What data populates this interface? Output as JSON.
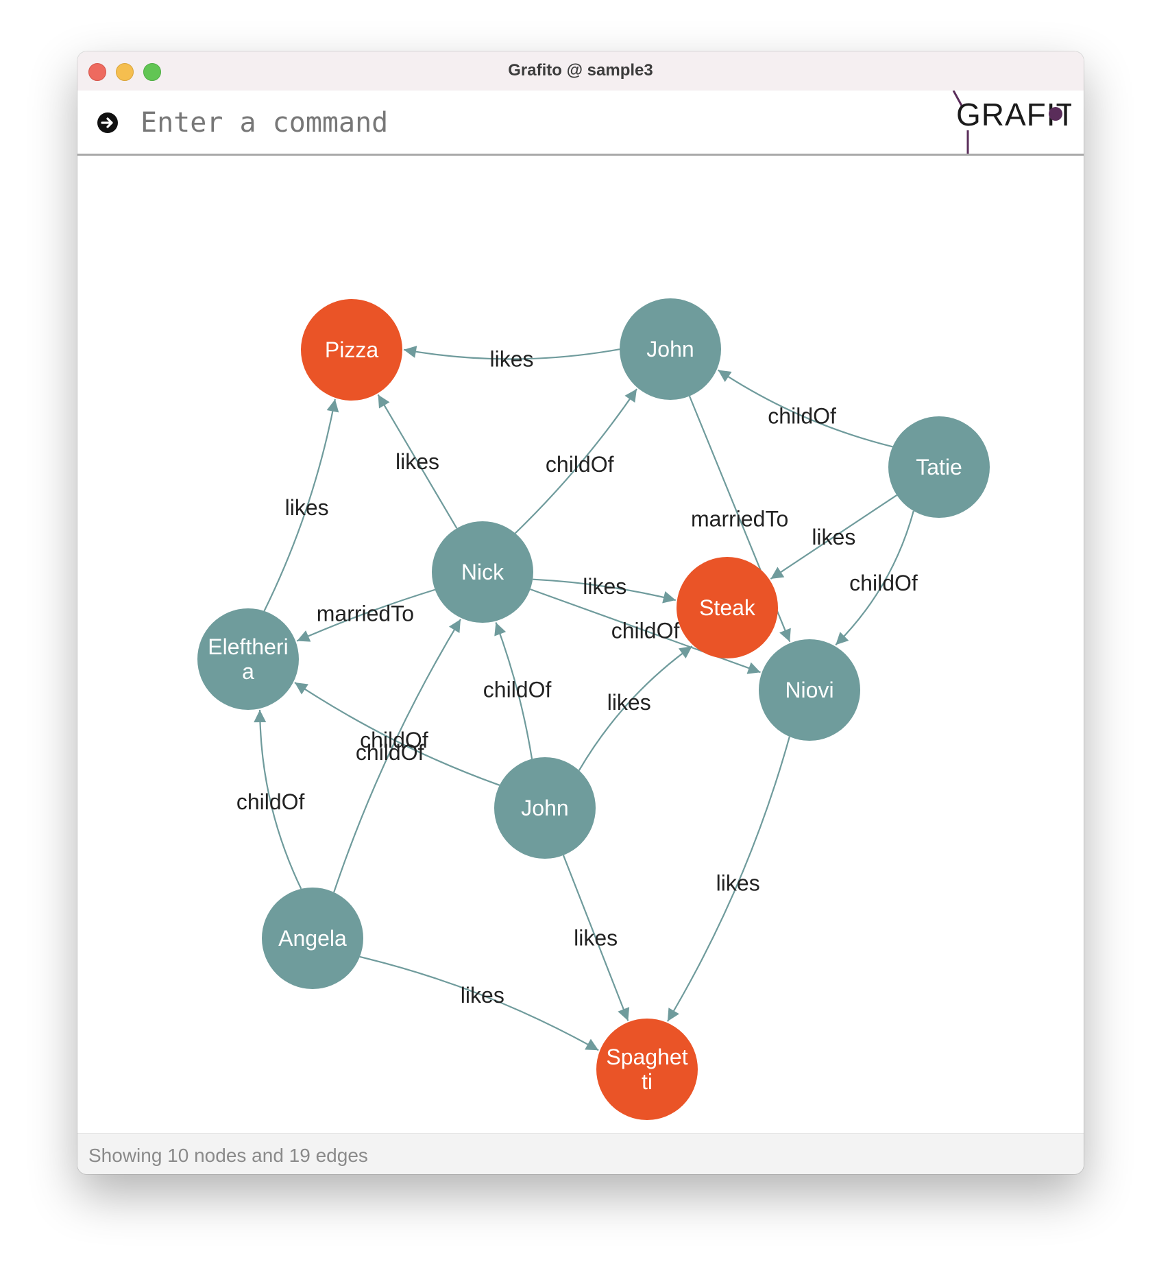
{
  "window": {
    "title": "Grafito @ sample3"
  },
  "command": {
    "placeholder": "Enter a command",
    "value": ""
  },
  "logo": {
    "text": "GRAFITO",
    "accent_color": "#5a2d5a"
  },
  "status": {
    "text": "Showing 10 nodes and 19 edges"
  },
  "colors": {
    "person_node": "#6f9c9c",
    "food_node": "#ea5427",
    "edge": "#6f9b9c"
  },
  "graph": {
    "nodes": [
      {
        "id": "pizza",
        "lines": [
          "Pizza"
        ],
        "kind": "food"
      },
      {
        "id": "john_top",
        "lines": [
          "John"
        ],
        "kind": "person"
      },
      {
        "id": "tatie",
        "lines": [
          "Tatie"
        ],
        "kind": "person"
      },
      {
        "id": "nick",
        "lines": [
          "Nick"
        ],
        "kind": "person"
      },
      {
        "id": "steak",
        "lines": [
          "Steak"
        ],
        "kind": "food"
      },
      {
        "id": "eleftheria",
        "lines": [
          "Eleftheri",
          "a"
        ],
        "kind": "person"
      },
      {
        "id": "niovi",
        "lines": [
          "Niovi"
        ],
        "kind": "person"
      },
      {
        "id": "john_mid",
        "lines": [
          "John"
        ],
        "kind": "person"
      },
      {
        "id": "angela",
        "lines": [
          "Angela"
        ],
        "kind": "person"
      },
      {
        "id": "spaghetti",
        "lines": [
          "Spaghet",
          "ti"
        ],
        "kind": "food"
      }
    ],
    "edges": [
      {
        "from": "john_top",
        "to": "pizza",
        "label": "likes"
      },
      {
        "from": "tatie",
        "to": "john_top",
        "label": "childOf"
      },
      {
        "from": "nick",
        "to": "pizza",
        "label": "likes"
      },
      {
        "from": "nick",
        "to": "john_top",
        "label": "childOf"
      },
      {
        "from": "eleftheria",
        "to": "pizza",
        "label": "likes"
      },
      {
        "from": "john_top",
        "to": "niovi",
        "label": "marriedTo"
      },
      {
        "from": "tatie",
        "to": "steak",
        "label": "likes"
      },
      {
        "from": "nick",
        "to": "steak",
        "label": "likes"
      },
      {
        "from": "nick",
        "to": "eleftheria",
        "label": "marriedTo"
      },
      {
        "from": "tatie",
        "to": "niovi",
        "label": "childOf"
      },
      {
        "from": "nick",
        "to": "niovi",
        "label": "childOf"
      },
      {
        "from": "john_mid",
        "to": "nick",
        "label": "childOf"
      },
      {
        "from": "angela",
        "to": "nick",
        "label": "childOf"
      },
      {
        "from": "john_mid",
        "to": "steak",
        "label": "likes"
      },
      {
        "from": "john_mid",
        "to": "eleftheria",
        "label": "childOf"
      },
      {
        "from": "angela",
        "to": "eleftheria",
        "label": "childOf"
      },
      {
        "from": "niovi",
        "to": "spaghetti",
        "label": "likes"
      },
      {
        "from": "john_mid",
        "to": "spaghetti",
        "label": "likes"
      },
      {
        "from": "angela",
        "to": "spaghetti",
        "label": "likes"
      }
    ]
  }
}
